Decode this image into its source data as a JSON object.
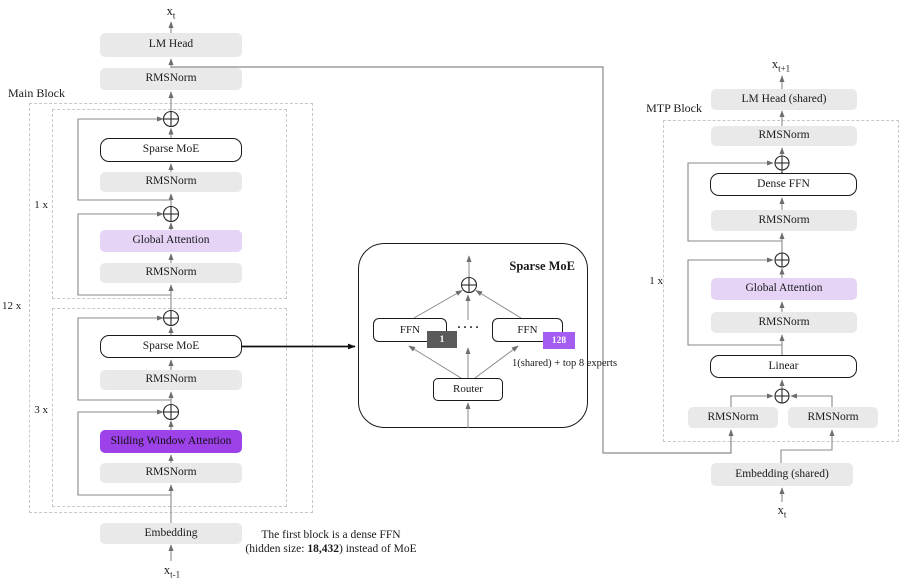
{
  "colors": {
    "box_gray": "#e9e9e9",
    "attention_lavender": "#e5d4f5",
    "sliding_window_purple": "#9c42e8",
    "expert_badge_dark": "#5a5a5a",
    "expert_badge_purple": "#a55cf0",
    "wire_gray": "#8a8a8a",
    "dashed_border": "#c8c8c8"
  },
  "main_block": {
    "label": "Main Block",
    "output": {
      "base": "x",
      "sub": "t"
    },
    "input": {
      "base": "x",
      "sub": "t-1"
    },
    "repeat_outer": "12 x",
    "repeat_global": "1 x",
    "repeat_sliding": "3 x",
    "boxes": {
      "lm_head": "LM Head",
      "rmsnorm": "RMSNorm",
      "sparse_moe": "Sparse MoE",
      "global_attention": "Global Attention",
      "sliding_window_attention": "Sliding Window Attention",
      "embedding": "Embedding"
    }
  },
  "moe_detail": {
    "title": "Sparse MoE",
    "ffn_label": "FFN",
    "expert_first_index": "1",
    "expert_last_index": "128",
    "ellipsis": "····",
    "router_label": "Router",
    "note": "1(shared) + top 8 experts"
  },
  "mtp_block": {
    "label": "MTP Block",
    "output": {
      "base": "x",
      "sub": "t+1"
    },
    "input": {
      "base": "x",
      "sub": "t"
    },
    "repeat": "1 x",
    "boxes": {
      "lm_head_shared": "LM Head (shared)",
      "rmsnorm": "RMSNorm",
      "dense_ffn": "Dense FFN",
      "global_attention": "Global Attention",
      "linear": "Linear",
      "embedding_shared": "Embedding (shared)"
    }
  },
  "footnote": {
    "line1": "The first block is a dense FFN",
    "line2_prefix": "(hidden size: ",
    "line2_bold": "18,432",
    "line2_suffix": ") instead of MoE"
  }
}
